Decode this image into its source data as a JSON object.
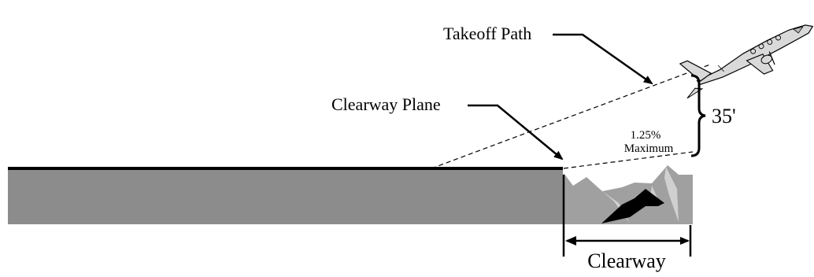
{
  "labels": {
    "takeoff_path": "Takeoff Path",
    "clearway_plane": "Clearway Plane",
    "slope_value": "1.25%",
    "slope_note": "Maximum",
    "height": "35'",
    "clearway": "Clearway"
  },
  "colors": {
    "runway": "#8c8c8c",
    "terrain": "#a0a0a0",
    "terrain_highlight": "#d0d0d0",
    "terrain_shadow": "#000000",
    "line": "#000000",
    "aircraft": "#d9d9d9"
  },
  "icons": {
    "aircraft": "twin-engine-airplane-icon"
  }
}
